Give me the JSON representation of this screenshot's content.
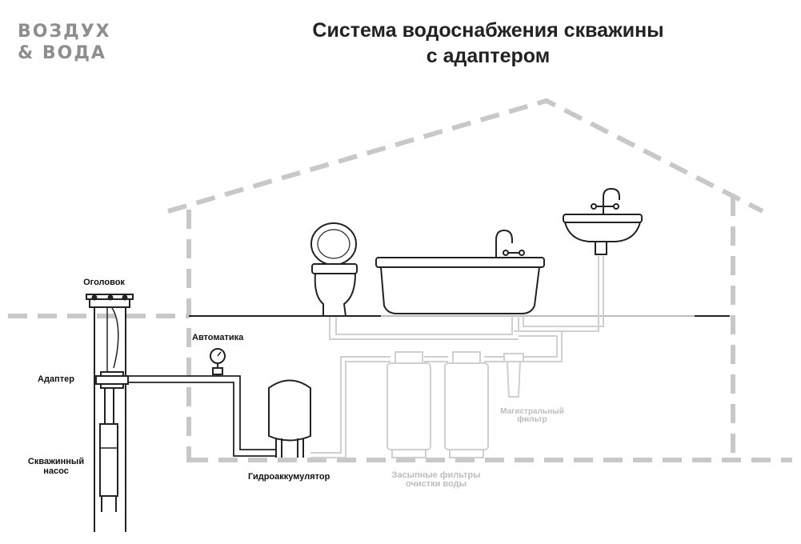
{
  "logo": {
    "line1": "ВОЗДУХ",
    "line2": "& ВОДА"
  },
  "title": {
    "line1": "Система водоснабжения скважины",
    "line2": "с адаптером"
  },
  "labels": {
    "wellhead": "Оголовок",
    "adapter": "Адаптер",
    "pump_line1": "Скважинный",
    "pump_line2": "насос",
    "automation": "Автоматика",
    "accumulator": "Гидроаккумулятор",
    "main_filter_line1": "Магистральный",
    "main_filter_line2": "фильтр",
    "backfill_filters_line1": "Засыпные фильтры",
    "backfill_filters_line2": "очистки воды"
  },
  "colors": {
    "dash": "#c8c8c8",
    "ink": "#222222",
    "pipe": "#d0d0d0",
    "faded": "#bdbdbd"
  }
}
